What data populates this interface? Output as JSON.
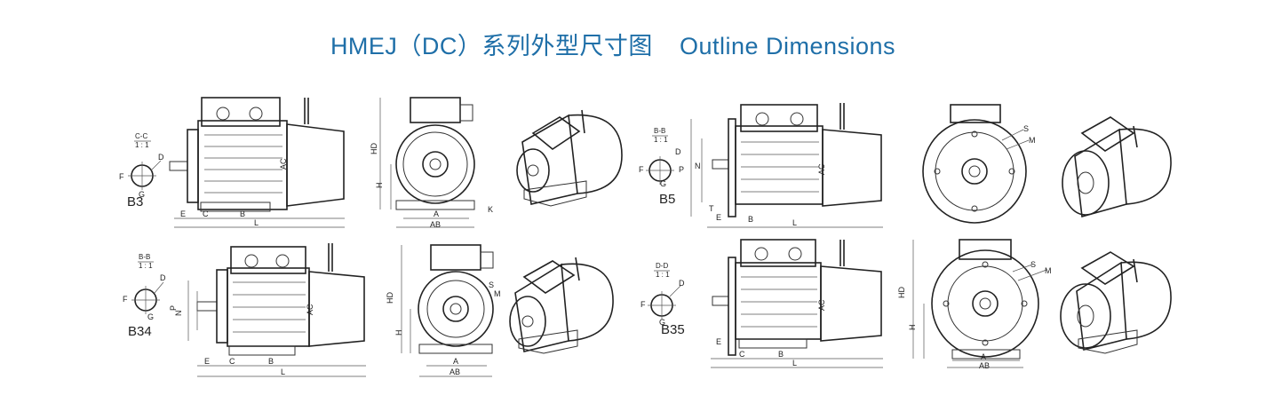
{
  "title": {
    "cn": "HMEJ（DC）系列外型尺寸图",
    "en": "Outline Dimensions"
  },
  "colors": {
    "title": "#1f6fa8",
    "line": "#222222"
  },
  "views": [
    {
      "mount": "B3",
      "section": "C-C",
      "scale": "1 : 1",
      "shaft_labels": [
        "F",
        "D",
        "G"
      ],
      "side_labels": [
        "AC",
        "E",
        "C",
        "B",
        "L"
      ],
      "front_labels": [
        "HD",
        "H",
        "A",
        "AB",
        "K"
      ]
    },
    {
      "mount": "B5",
      "section": "B-B",
      "scale": "1 : 1",
      "shaft_labels": [
        "F",
        "D",
        "G"
      ],
      "side_labels": [
        "N",
        "P",
        "AC",
        "T",
        "E",
        "B",
        "L"
      ],
      "front_labels": [
        "S",
        "M"
      ]
    },
    {
      "mount": "B34",
      "section": "B-B",
      "scale": "1 : 1",
      "shaft_labels": [
        "F",
        "D",
        "G"
      ],
      "side_labels": [
        "P",
        "N",
        "AC",
        "E",
        "C",
        "B",
        "L"
      ],
      "front_labels": [
        "HD",
        "H",
        "S",
        "M",
        "A",
        "AB"
      ]
    },
    {
      "mount": "B35",
      "section": "D-D",
      "scale": "1 : 1",
      "shaft_labels": [
        "F",
        "D",
        "G"
      ],
      "side_labels": [
        "AC",
        "E",
        "C",
        "B",
        "L"
      ],
      "front_labels": [
        "HD",
        "H",
        "S",
        "M",
        "A",
        "AB"
      ]
    }
  ]
}
